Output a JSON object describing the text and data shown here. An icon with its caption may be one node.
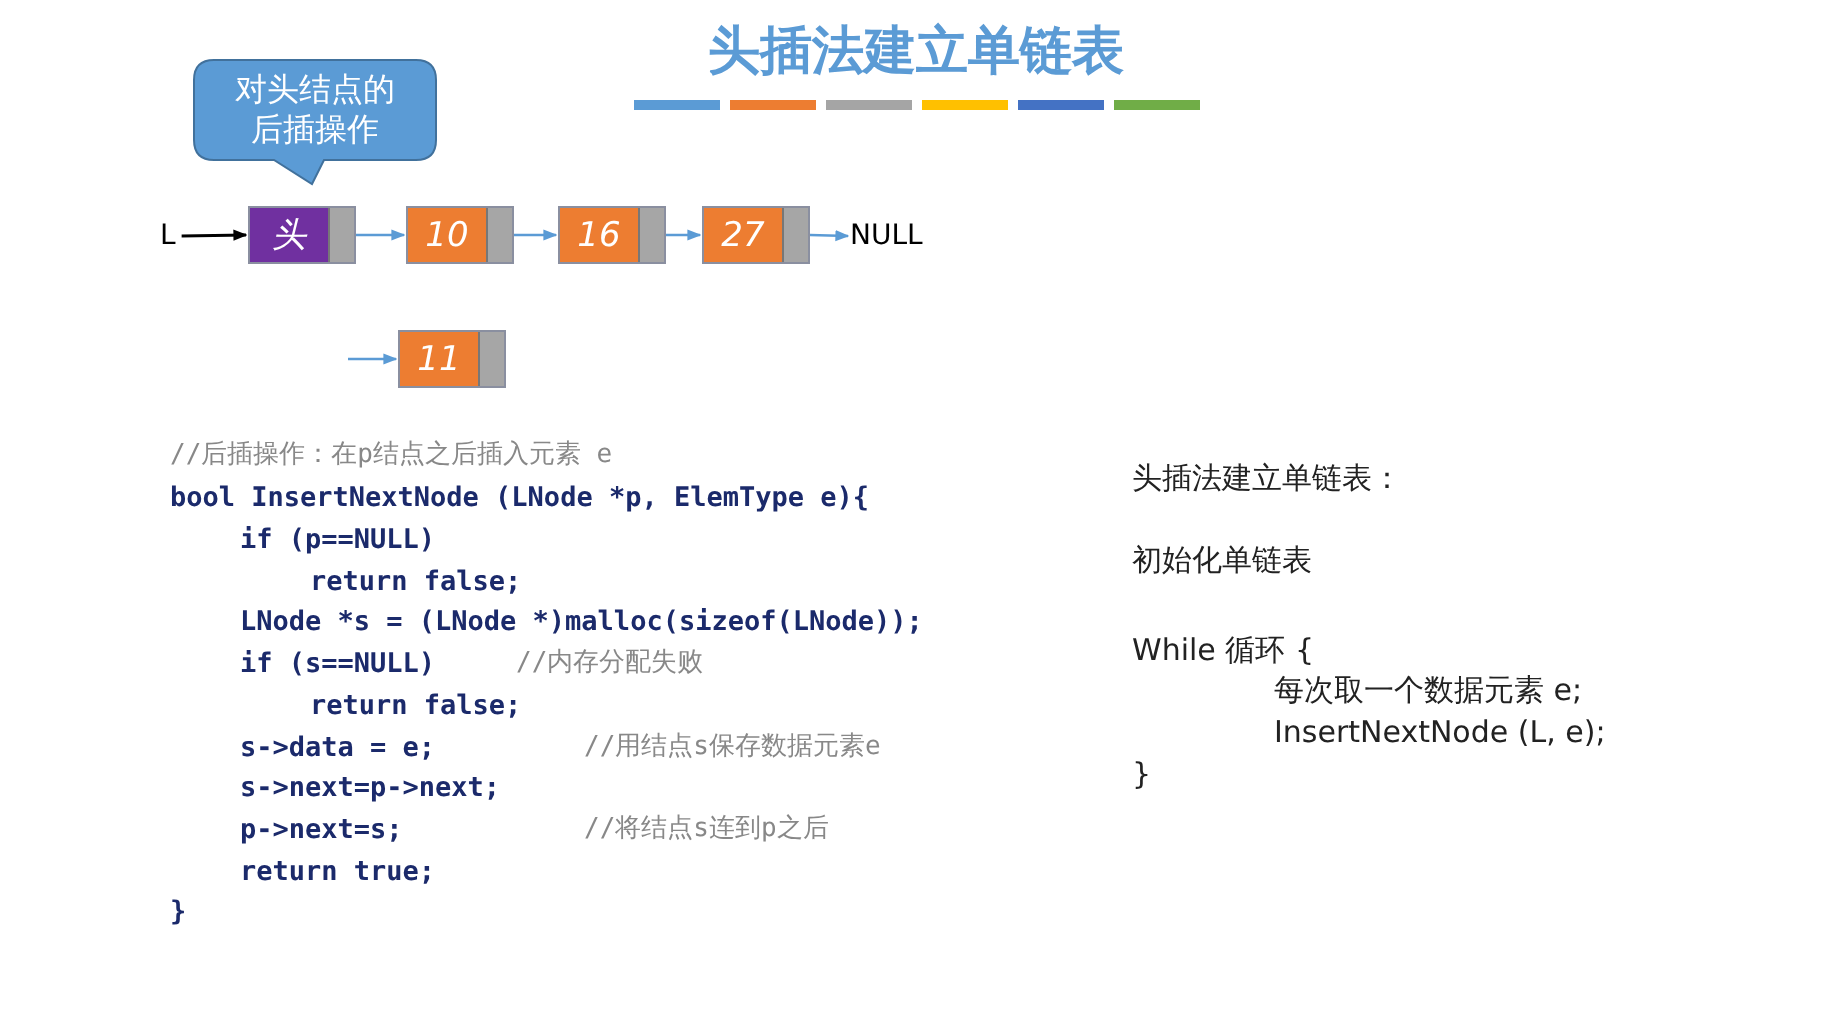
{
  "diagram": {
    "title": "头插法建立单链表",
    "nodes": [
      {
        "text": [
          "对头结点的后插操作"
        ]
      },
      {
        "text": [
          "L"
        ]
      },
      {
        "text": [
          "头"
        ]
      },
      {
        "text": [
          "10"
        ]
      },
      {
        "text": [
          "16"
        ]
      },
      {
        "text": [
          "27"
        ]
      },
      {
        "text": [
          "NULL"
        ]
      },
      {
        "text": [
          "11"
        ]
      }
    ],
    "edges": [
      {
        "from": 1,
        "to": 2,
        "arrow": "to",
        "color": "#000000"
      },
      {
        "from": 2,
        "to": 3,
        "arrow": "to"
      },
      {
        "from": 3,
        "to": 4,
        "arrow": "to"
      },
      {
        "from": 4,
        "to": 5,
        "arrow": "to"
      },
      {
        "from": 5,
        "to": 6,
        "arrow": "to"
      },
      {
        "from": null,
        "to": 7,
        "arrow": "to"
      }
    ],
    "labels": [
      "//后插操作：在p结点之后插入元素 e",
      "bool InsertNextNode (LNode *p, ElemType e){",
      "if (p==NULL)",
      "return false;",
      "LNode *s = (LNode *)malloc(sizeof(LNode));",
      "if (s==NULL)",
      "//内存分配失败",
      "return false;",
      "s->data = e;",
      "//用结点s保存数据元素e",
      "s->next=p->next;",
      "p->next=s;",
      "//将结点s连到p之后",
      "return true;",
      "}",
      "头插法建立单链表：",
      "初始化单链表",
      "While 循环 {",
      "每次取一个数据元素 e;",
      "InsertNextNode (L, e);",
      "}"
    ]
  }
}
